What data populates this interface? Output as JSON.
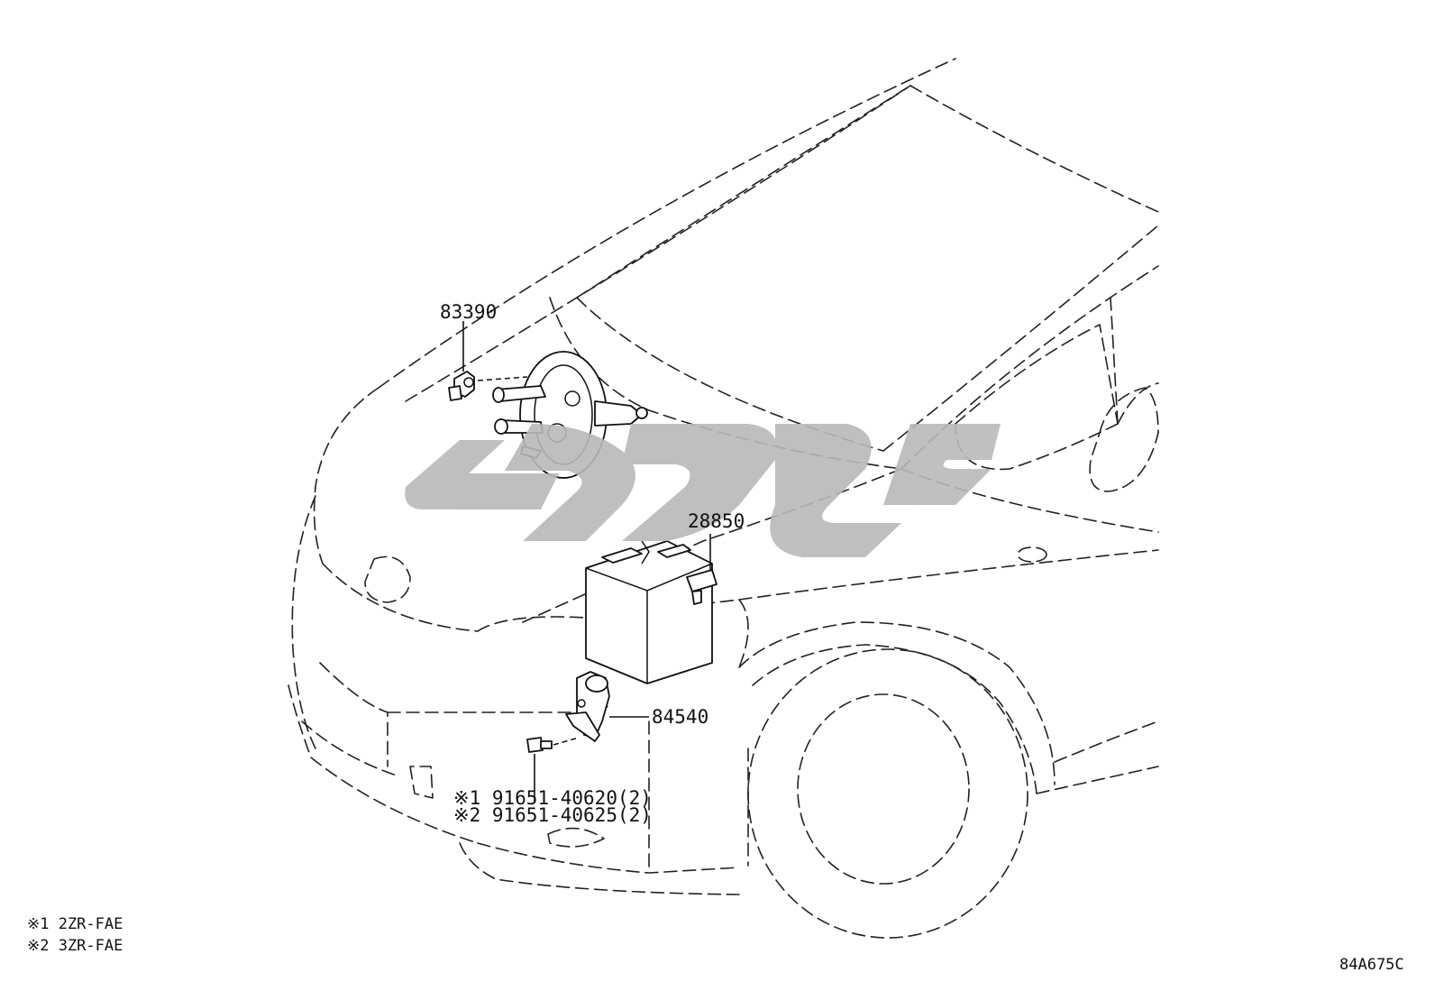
{
  "diagram": {
    "callouts": {
      "p83390": "83390",
      "p28850": "28850",
      "p84540": "84540",
      "bolt_line1": "※1 91651-40620(2)",
      "bolt_line2": "※2 91651-40625(2)"
    },
    "notes": {
      "line1": "※1 2ZR-FAE",
      "line2": "※2 3ZR-FAE"
    },
    "illustration_code": "84A675C",
    "watermark_logo": "gray logo watermark"
  }
}
